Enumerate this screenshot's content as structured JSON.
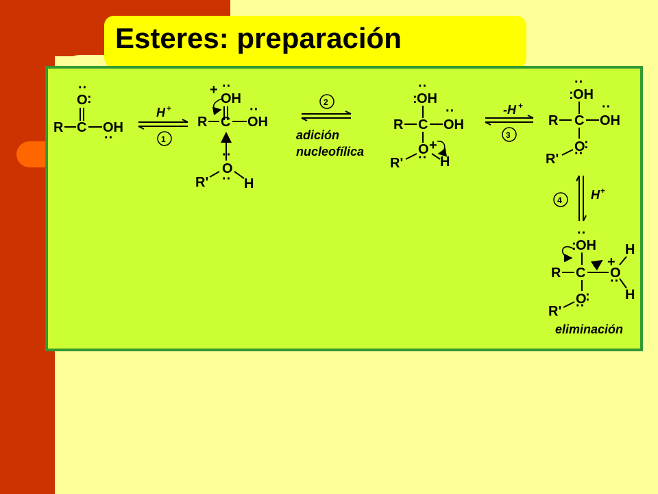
{
  "title": "Esteres: preparación",
  "colors": {
    "background": "#ffff99",
    "accent_red": "#cc3300",
    "accent_orange": "#ff6600",
    "title_box": "#ffff00",
    "panel_fill": "#ccff33",
    "panel_border": "#339933"
  },
  "labels": {
    "O": "O",
    "OH": "OH",
    "H": "H",
    "R": "R",
    "C": "C",
    "Rp": "R'",
    "Hplus": "H",
    "minusHplus": "-H",
    "plus": "+",
    "dots2": "··",
    "colon": ":"
  },
  "steps": {
    "s1": "1",
    "s2": "2",
    "s3": "3",
    "s4": "4",
    "adicion_1": "adición",
    "adicion_2": "nucleofílica",
    "eliminacion": "eliminación"
  }
}
